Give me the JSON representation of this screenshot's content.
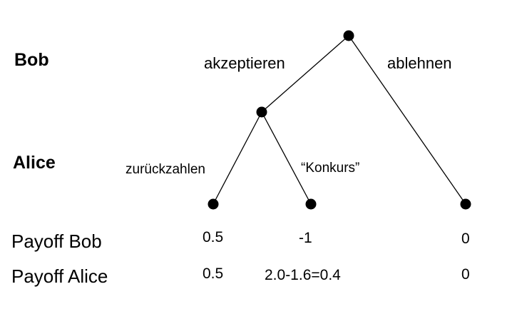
{
  "players": {
    "bob": "Bob",
    "alice": "Alice"
  },
  "actions": {
    "bob_accept": "akzeptieren",
    "bob_reject": "ablehnen",
    "alice_repay": "zurückzahlen",
    "alice_bankrupt": "“Konkurs”"
  },
  "rows": {
    "payoff_bob": "Payoff Bob",
    "payoff_alice": "Payoff Alice"
  },
  "payoffs": {
    "bob": {
      "repay": "0.5",
      "bankrupt": "-1",
      "reject": "0"
    },
    "alice": {
      "repay": "0.5",
      "bankrupt": "2.0-1.6=0.4",
      "reject": "0"
    }
  },
  "colors": {
    "line": "#000000",
    "node": "#000000",
    "text": "#000000"
  }
}
